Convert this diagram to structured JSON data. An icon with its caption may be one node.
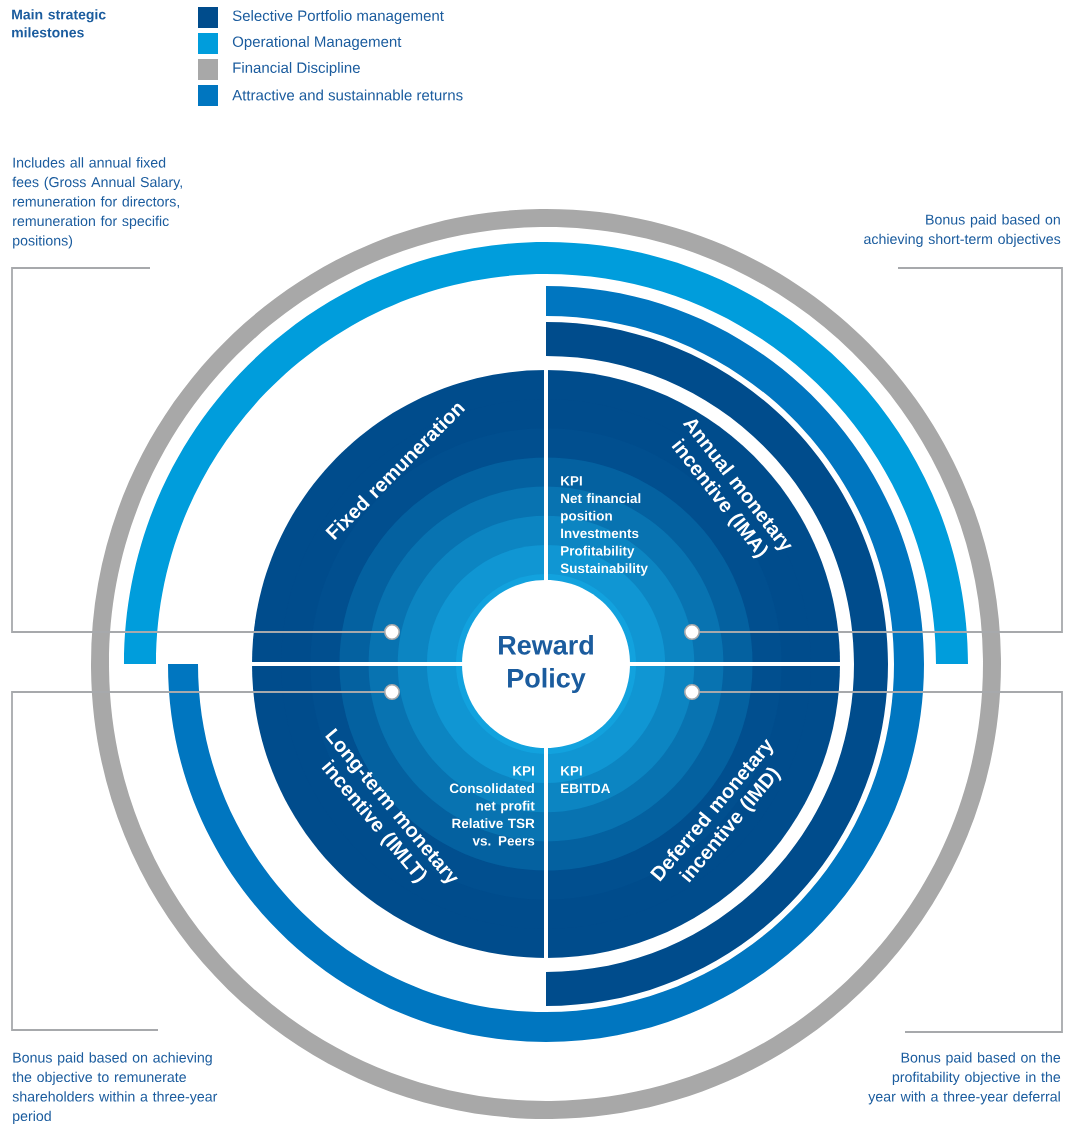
{
  "diagram": {
    "nodes": [
      {
        "text": [
          "Includes all annual fixed fees (Gross Annual Salary, remuneration for directors, remuneration for specific positions)"
        ]
      },
      {
        "text": [
          "Bonus paid based on achieving short-term objectives"
        ]
      },
      {
        "text": [
          "Fixed remuneration"
        ]
      },
      {
        "text": [
          "Annual monetary incentive (IMA)",
          "KPI",
          "Net financial position",
          "Investments",
          "Profitability",
          "Sustainability"
        ]
      },
      {
        "text": [
          "Reward Policy"
        ]
      },
      {
        "text": [
          "Long-term monetary incentive (IMLT)",
          "KPI",
          "Consolidated net profit",
          "Relative TSR vs. Peers"
        ]
      },
      {
        "text": [
          "Deferred monetary incentive (IMD)",
          "KPI",
          "EBITDA"
        ]
      },
      {
        "text": [
          "Bonus paid based on achieving the objective to remunerate shareholders within a three-year period"
        ]
      },
      {
        "text": [
          "Bonus paid based on the profitability objective in the year with a three-year deferral"
        ]
      }
    ],
    "edges": [
      {
        "from": 0,
        "to": 2,
        "arrow": "other"
      },
      {
        "from": 1,
        "to": 3,
        "arrow": "other"
      },
      {
        "from": 7,
        "to": 5,
        "arrow": "other"
      },
      {
        "from": 8,
        "to": 6,
        "arrow": "other"
      }
    ],
    "labels": [
      "Main strategic milestones"
    ],
    "legend": [
      {
        "text": "Selective Portfolio management",
        "color": "#004c8c"
      },
      {
        "text": "Operational Management",
        "color": "#009ddc"
      },
      {
        "text": "Financial Discipline",
        "color": "#a8a8a8"
      },
      {
        "text": "Attractive and sustainnable returns",
        "color": "#0076c0"
      }
    ]
  }
}
